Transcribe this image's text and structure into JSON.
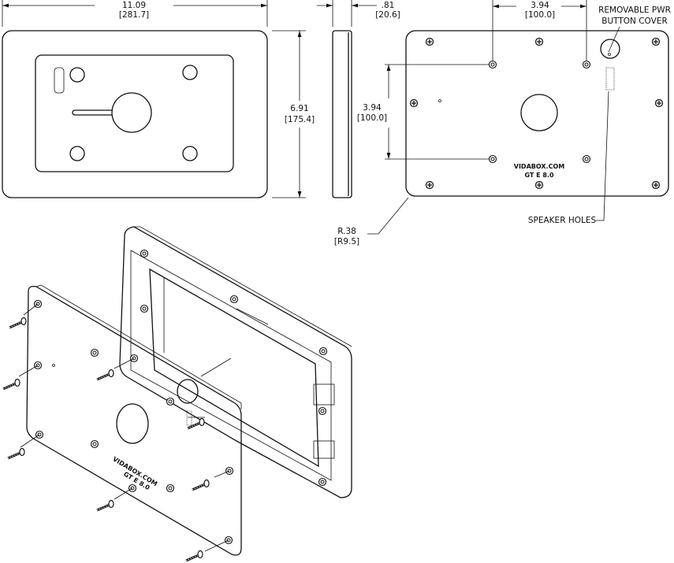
{
  "front_view": {
    "width_in": "11.09",
    "width_mm": "[281.7]",
    "height_in": "6.91",
    "height_mm": "[175.4]"
  },
  "side_view": {
    "depth_in": ".81",
    "depth_mm": "[20.6]"
  },
  "back_view": {
    "hole_spacing_h_in": "3.94",
    "hole_spacing_h_mm": "[100.0]",
    "hole_spacing_v_in": "3.94",
    "hole_spacing_v_mm": "[100.0]",
    "power_cover_label_1": "REMOVABLE PWR",
    "power_cover_label_2": "BUTTON COVER",
    "speaker_label": "SPEAKER HOLES",
    "radius_in": "R.38",
    "radius_mm": "[R9.5]",
    "brand": "VIDABOX.COM",
    "model": "GT E 8.0"
  },
  "exploded_view": {
    "brand": "VIDABOX.COM",
    "model": "GT E 8.0"
  }
}
